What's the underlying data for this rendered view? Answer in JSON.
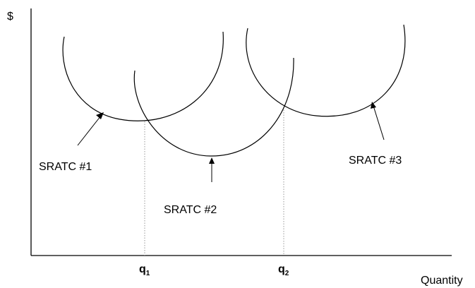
{
  "axes": {
    "y_label": "$",
    "x_label": "Quantity"
  },
  "ticks": {
    "q1": {
      "base": "q",
      "sub": "1"
    },
    "q2": {
      "base": "q",
      "sub": "2"
    }
  },
  "curves": [
    {
      "id": "sratc-1",
      "label": "SRATC #1"
    },
    {
      "id": "sratc-2",
      "label": "SRATC #2"
    },
    {
      "id": "sratc-3",
      "label": "SRATC #3"
    }
  ],
  "colors": {
    "line": "#000000",
    "guide": "#9a9a9a",
    "background": "#ffffff"
  }
}
